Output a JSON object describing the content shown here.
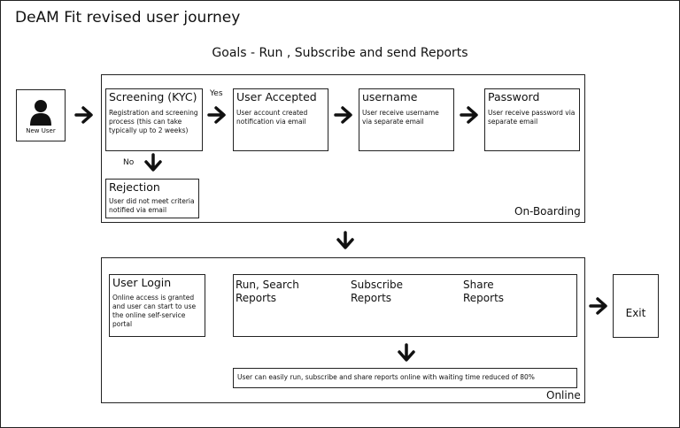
{
  "title": "DeAM Fit revised user journey",
  "goals": "Goals - Run , Subscribe and send Reports",
  "new_user": {
    "label": "New User",
    "icon": "user-icon"
  },
  "onboarding": {
    "label": "On-Boarding",
    "screening": {
      "heading": "Screening (KYC)",
      "text": "Registration and screening process (this can take typically up to 2 weeks)"
    },
    "yes_label": "Yes",
    "no_label": "No",
    "accepted": {
      "heading": "User Accepted",
      "text": "User account created notification via email"
    },
    "username": {
      "heading": "username",
      "text": "User receive username via separate email"
    },
    "password": {
      "heading": "Password",
      "text": "User receive password via separate email"
    },
    "rejection": {
      "heading": "Rejection",
      "text": "User did not meet criteria notified via email"
    }
  },
  "online": {
    "label": "Online",
    "login": {
      "heading": "User Login",
      "text": "Online access is granted and user can start to use the online self-service portal"
    },
    "actions": {
      "run": "Run, Search Reports",
      "subscribe": "Subscribe Reports",
      "share": "Share Reports"
    },
    "summary": "User can easily run, subscribe and share reports online with waiting time reduced of 80%"
  },
  "exit": "Exit"
}
